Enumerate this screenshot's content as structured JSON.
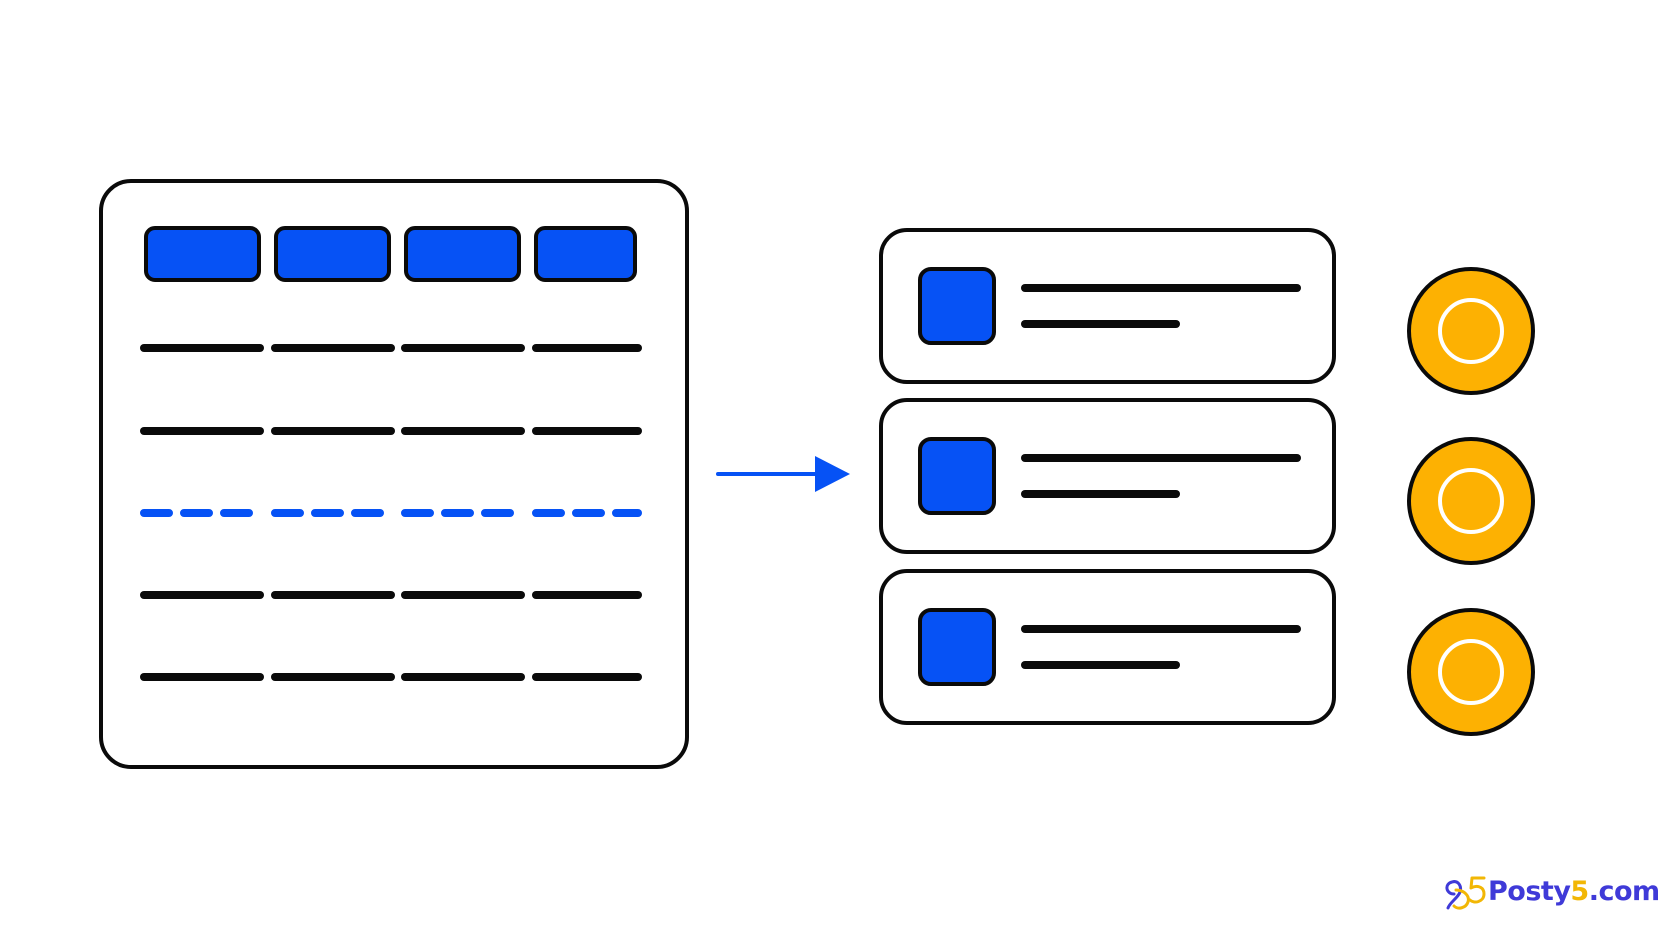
{
  "colors": {
    "stroke": "#0a0a0a",
    "accent_blue": "#0652f5",
    "coin_gold": "#fdb102",
    "panel_bg": "#ffffff",
    "brand_primary": "#3f3ad8",
    "brand_secondary": "#f2b705"
  },
  "table": {
    "header_cells": 4,
    "body_rows": 5,
    "highlighted_row": 3
  },
  "cards": {
    "count": 3
  },
  "icons": {
    "arrow": "arrow-right-icon",
    "coin": "coin-icon",
    "logo": "posty5-logo-icon"
  },
  "brand": {
    "name_part1": "Posty",
    "name_part2": "5",
    "name_part3": ".com"
  }
}
